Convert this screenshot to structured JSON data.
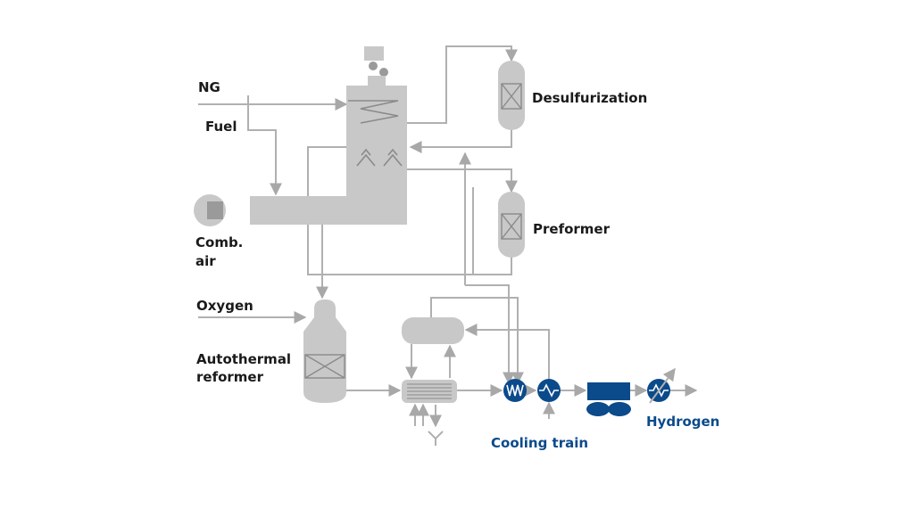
{
  "labels": {
    "ng": "NG",
    "fuel": "Fuel",
    "comb_air_line1": "Comb.",
    "comb_air_line2": "air",
    "oxygen": "Oxygen",
    "atr_line1": "Autothermal",
    "atr_line2": "reformer",
    "desulfurization": "Desulfurization",
    "preformer": "Preformer",
    "cooling_train": "Cooling train",
    "hydrogen": "Hydrogen"
  },
  "colors": {
    "equipment_gray": "#c8c8c8",
    "line_gray": "#b0b0b0",
    "accent_blue": "#0b4a8b",
    "text_dark": "#1a1a1a"
  }
}
